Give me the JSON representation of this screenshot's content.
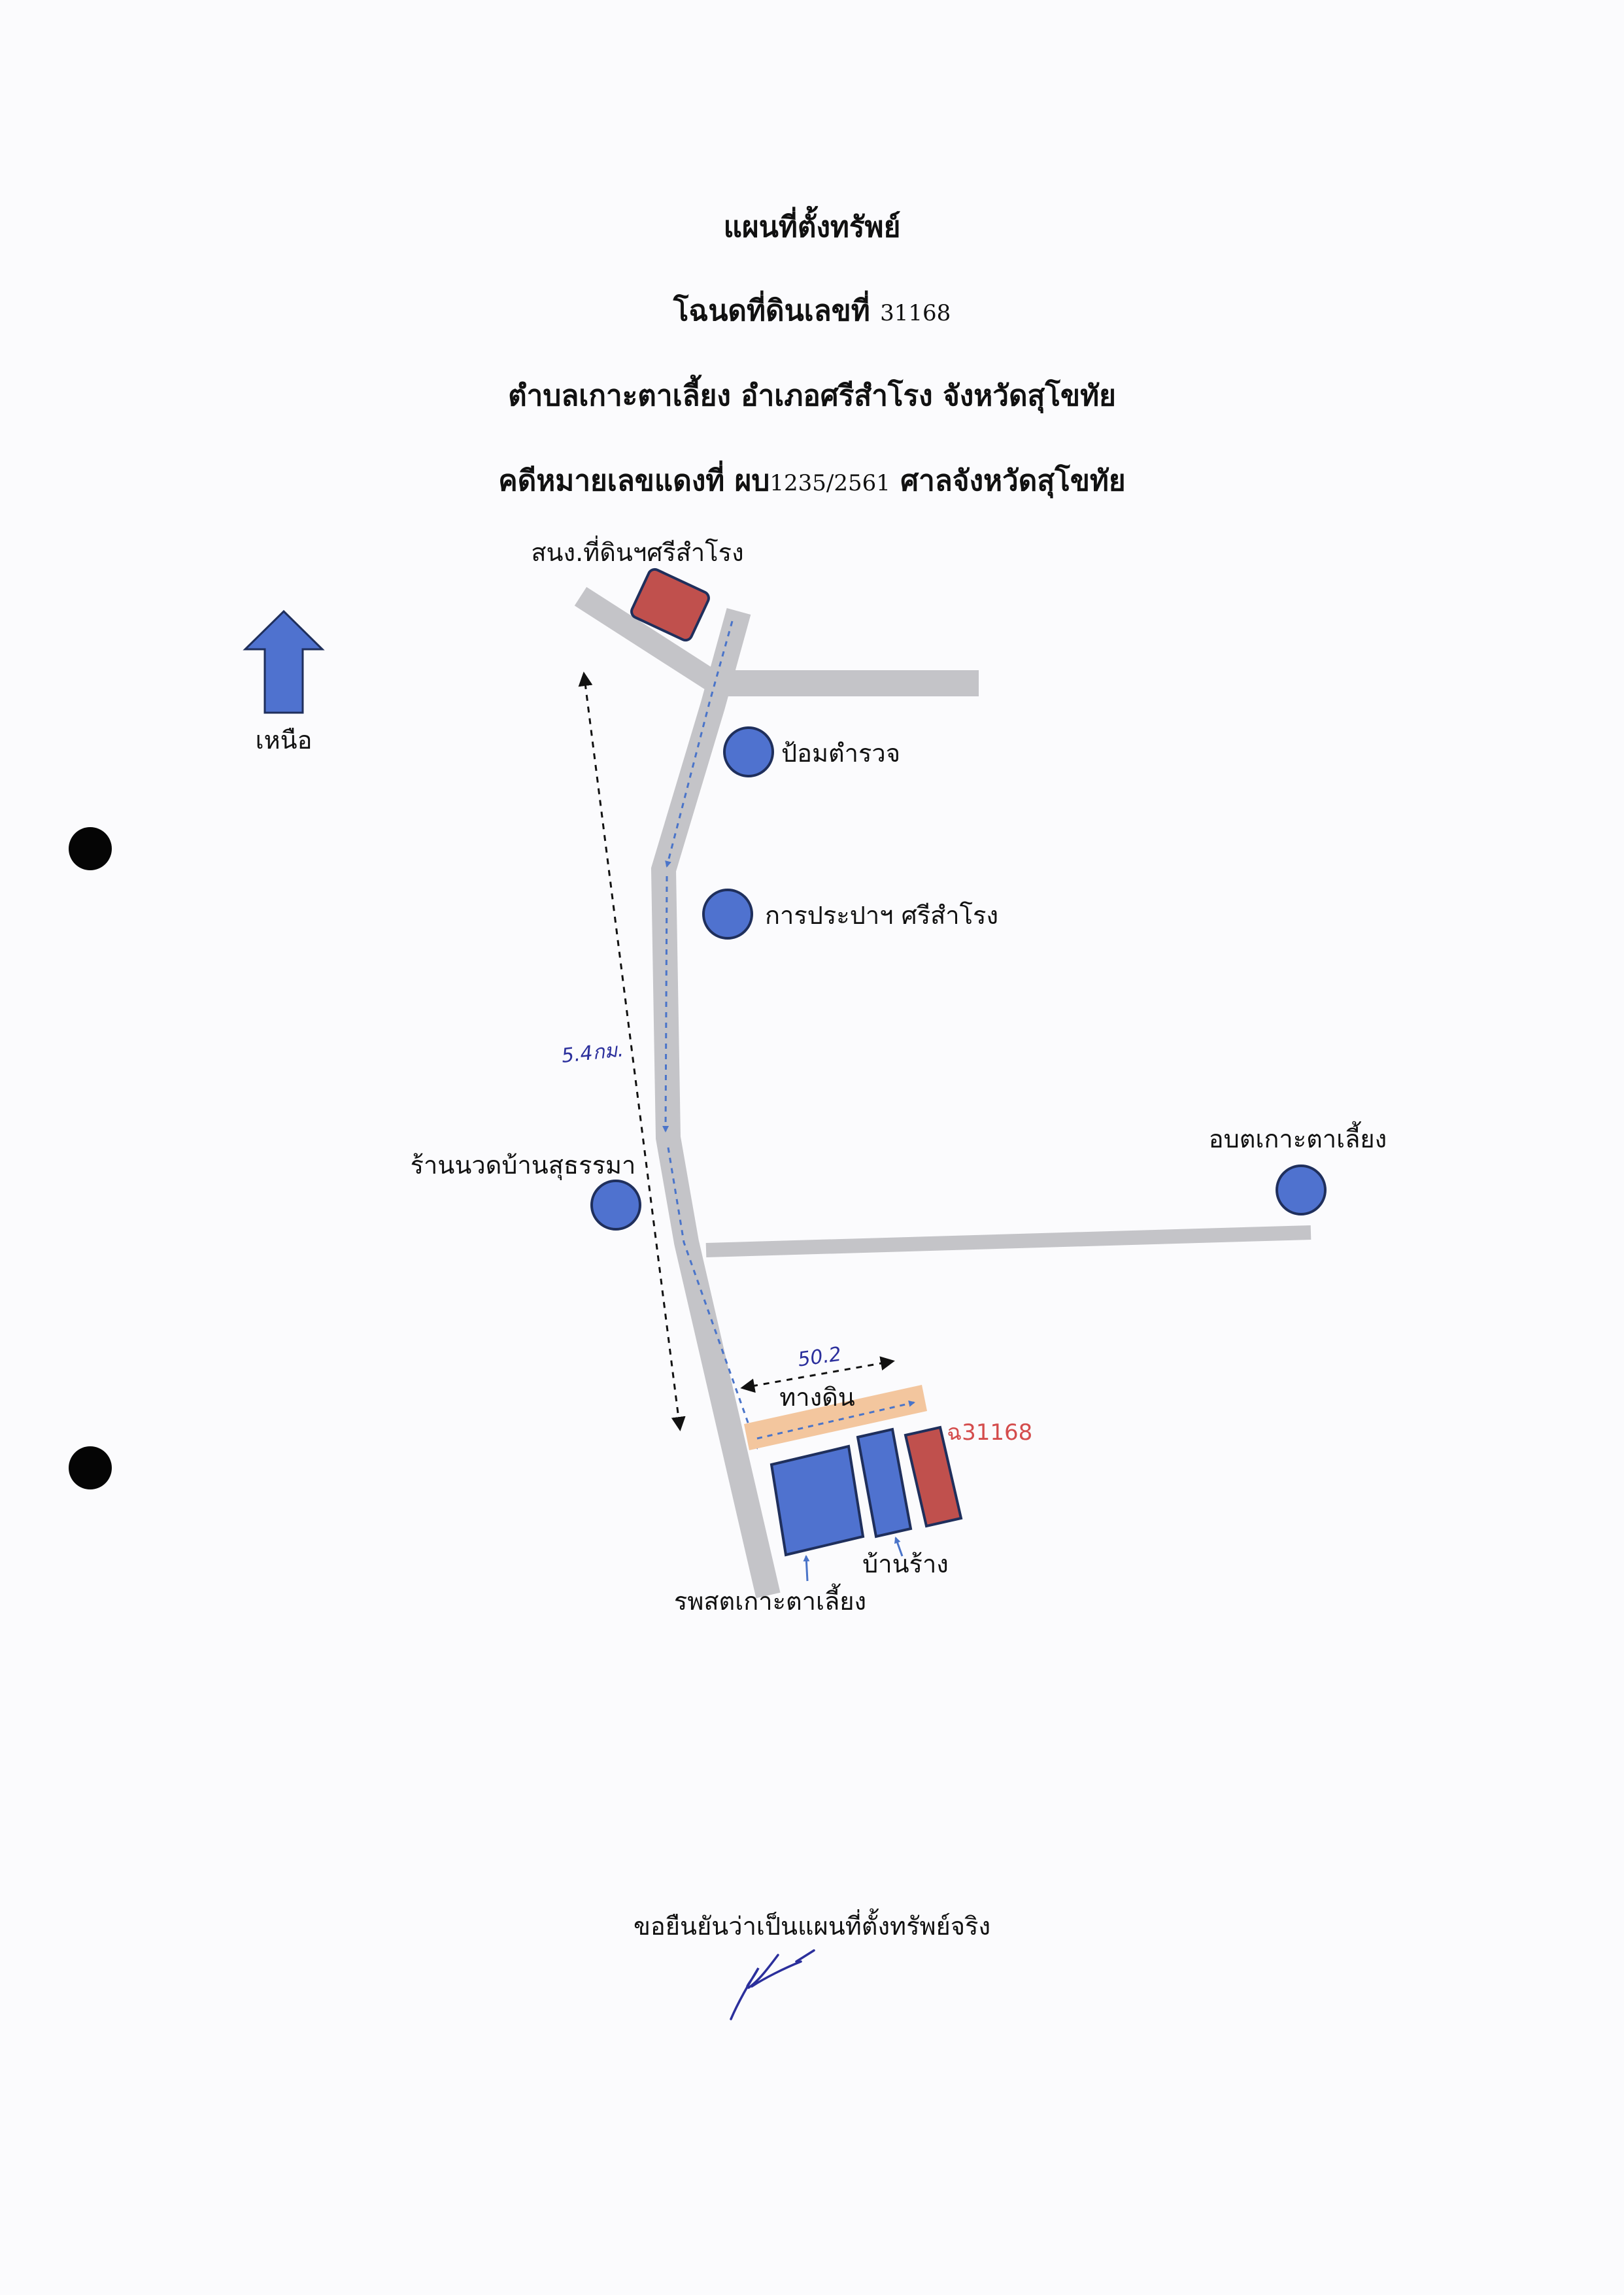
{
  "header": {
    "title": "แผนที่ตั้งทรัพย์",
    "deed_prefix": "โฉนดที่ดินเลขที่",
    "deed_number": "31168",
    "location": "ตำบลเกาะตาเลี้ยง อำเภอศรีสำโรง จังหวัดสุโขทัย",
    "case_prefix": "คดีหมายเลขแดงที่ ผบ",
    "case_number": "1235/2561",
    "case_court": "ศาลจังหวัดสุโขทัย"
  },
  "compass": {
    "label": "เหนือ",
    "icon": "north-arrow-icon"
  },
  "landmarks": {
    "land_office": "สนง.ที่ดินฯศรีสำโรง",
    "police_box": "ป้อมตำรวจ",
    "water_authority": "การประปาฯ ศรีสำโรง",
    "massage_shop": "ร้านนวดบ้านสุธรรมา",
    "sao": "อบตเกาะตาเลี้ยง",
    "dirt_road": "ทางดิน",
    "deed_marker": "ฉ31168",
    "abandoned_house": "บ้านร้าง",
    "health_hospital": "รพสตเกาะตาเลี้ยง"
  },
  "annotations": {
    "distance_main": "5.4กม.",
    "distance_dirt_road": "50.2"
  },
  "footer": {
    "certify": "ขอยืนยันว่าเป็นแผนที่ตั้งทรัพย์จริง"
  },
  "colors": {
    "road": "#c4c4c8",
    "landmark_blue": "#4f72cf",
    "landmark_red": "#c0504d",
    "dirt_road": "#f3c69e",
    "arrow_blue": "#4a74c9",
    "ink": "#2b2f9c"
  }
}
